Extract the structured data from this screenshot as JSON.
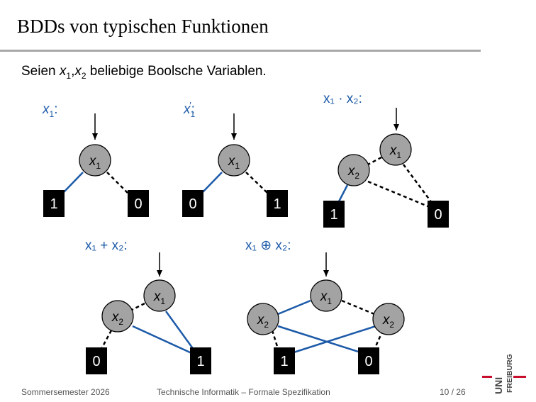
{
  "slide": {
    "title": "BDDs von typischen Funktionen",
    "intro": {
      "prefix": "Seien ",
      "var1": "x",
      "sub1": "1",
      "sep": ",",
      "var2": "x",
      "sub2": "2",
      "suffix": " beliebige Boolsche Variablen."
    }
  },
  "diagrams": {
    "d1": {
      "label_var": "x",
      "label_sub": "1",
      "label_tail": ":",
      "root": {
        "var": "x",
        "sub": "1"
      },
      "one_terminal": "1",
      "zero_terminal": "0"
    },
    "d2": {
      "label_var": "x",
      "label_sub": "1",
      "label_prime": "′",
      "label_tail": ":",
      "root": {
        "var": "x",
        "sub": "1"
      },
      "left_terminal": "0",
      "right_terminal": "1"
    },
    "d3": {
      "label": "x₁ · x₂:",
      "top": {
        "var": "x",
        "sub": "1"
      },
      "inner": {
        "var": "x",
        "sub": "2"
      },
      "one_terminal": "1",
      "zero_terminal": "0"
    },
    "d4": {
      "label": "x₁ + x₂:",
      "top": {
        "var": "x",
        "sub": "1"
      },
      "inner": {
        "var": "x",
        "sub": "2"
      },
      "zero_terminal": "0",
      "one_terminal": "1"
    },
    "d5": {
      "label": "x₁ ⊕ x₂:",
      "top": {
        "var": "x",
        "sub": "1"
      },
      "left": {
        "var": "x",
        "sub": "2"
      },
      "right": {
        "var": "x",
        "sub": "2"
      },
      "one_terminal": "1",
      "zero_terminal": "0"
    }
  },
  "footer": {
    "left": "Sommersemester 2026",
    "center": "Technische Informatik – Formale Spezifikation",
    "page": "10 / 26"
  },
  "logo": {
    "line1": "UNI",
    "line2": "FREIBURG"
  },
  "colors": {
    "label_blue": "#1c5aa8",
    "edge_blue": "#1c5aa8",
    "node_gray": "#a3a3a3",
    "rule_gray": "#a8a8a8"
  }
}
